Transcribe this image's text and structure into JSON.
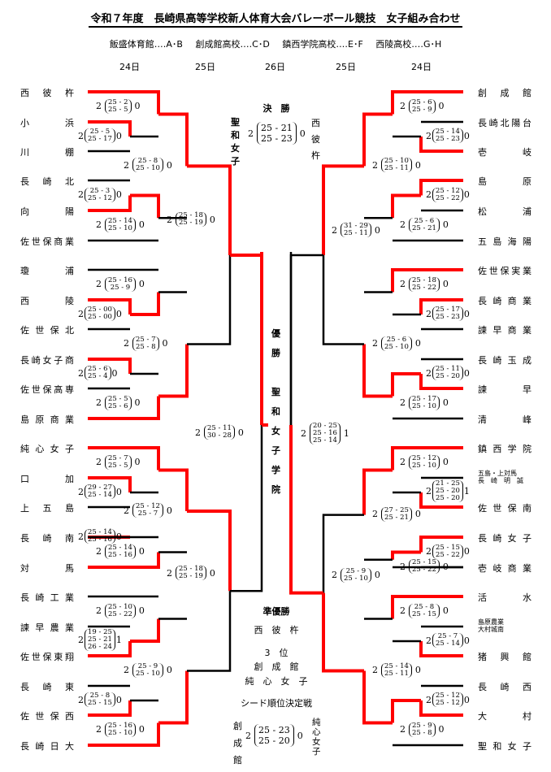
{
  "title": "令和７年度　長崎県高等学校新人体育大会バレーボール競技　女子組み合わせ",
  "venues": [
    "飯盛体育館‥‥A･B",
    "創成館高校‥‥C･D",
    "鎮西学院高校‥‥E･F",
    "西陵高校‥‥G･H"
  ],
  "days": [
    "24日",
    "25日",
    "26日",
    "25日",
    "24日"
  ],
  "colors": {
    "winner_line": "#ff0000",
    "loser_line": "#000000"
  },
  "left_teams": [
    "西　彼　杵",
    "小　　　浜",
    "川　　　棚",
    "長　崎　北",
    "向　　　陽",
    "佐世保商業",
    "瓊　　　浦",
    "西　　　陵",
    "佐世保北",
    "長崎女子商",
    "佐世保高専",
    "島原商業",
    "純心女子",
    "口　　　加",
    "上　五　島",
    "長　崎　南",
    "対　　　馬",
    "長崎工業",
    "諫早農業",
    "佐世保東翔",
    "長　崎　東",
    "佐世保西",
    "長崎日大"
  ],
  "right_teams": [
    "創　成　館",
    "長崎北陽台",
    "壱　　　岐",
    "島　　　原",
    "松　　　浦",
    "五島海陽",
    "佐世保実業",
    "長崎商業",
    "諫早商業",
    "長崎玉成",
    "諫　　　早",
    "清　　　峰",
    "鎮西学院",
    "五島・上対馬\n長　崎　明　誠",
    "佐世保南",
    "長崎女子",
    "壱岐商業",
    "活　　　水",
    "島原農業\n大村城南",
    "猪　興　館",
    "長　崎　西",
    "大　　　村",
    "聖和女子"
  ],
  "matches": [
    {
      "id": "L1",
      "w": "2",
      "sets": [
        "25 - 2",
        "25 - 5"
      ],
      "l": "0"
    },
    {
      "id": "L2",
      "w": "2",
      "sets": [
        "25 - 5",
        "25 - 17"
      ],
      "l": "0"
    },
    {
      "id": "L3",
      "w": "2",
      "sets": [
        "25 - 8",
        "25 - 10"
      ],
      "l": "0"
    },
    {
      "id": "L4",
      "w": "2",
      "sets": [
        "25 - 3",
        "25 - 12"
      ],
      "l": "0"
    },
    {
      "id": "L5",
      "w": "2",
      "sets": [
        "25 - 14",
        "25 - 10"
      ],
      "l": "0"
    },
    {
      "id": "L6",
      "w": "2",
      "sets": [
        "25 - 18",
        "25 - 19"
      ],
      "l": "0"
    },
    {
      "id": "L7",
      "w": "2",
      "sets": [
        "25 - 16",
        "25 - 9"
      ],
      "l": "0"
    },
    {
      "id": "L8",
      "w": "2",
      "sets": [
        "25 - 00",
        "25 - 00"
      ],
      "l": "0"
    },
    {
      "id": "L9",
      "w": "2",
      "sets": [
        "25 - 7",
        "25 - 8"
      ],
      "l": "0"
    },
    {
      "id": "L10",
      "w": "2",
      "sets": [
        "25 - 6",
        "25 - 4"
      ],
      "l": "0"
    },
    {
      "id": "L11",
      "w": "2",
      "sets": [
        "25 - 5",
        "25 - 6"
      ],
      "l": "0"
    },
    {
      "id": "L12",
      "w": "2",
      "sets": [
        "25 - 11",
        "30 - 28"
      ],
      "l": "0"
    },
    {
      "id": "L13",
      "w": "2",
      "sets": [
        "25 - 7",
        "25 - 5"
      ],
      "l": "0"
    },
    {
      "id": "L14",
      "w": "2",
      "sets": [
        "29 - 27",
        "25 - 14"
      ],
      "l": "0"
    },
    {
      "id": "L15",
      "w": "2",
      "sets": [
        "25 - 12",
        "25 - 7"
      ],
      "l": "0"
    },
    {
      "id": "L16",
      "w": "2",
      "sets": [
        "25 - 14",
        "25 - 16"
      ],
      "l": "0"
    },
    {
      "id": "L17",
      "w": "2",
      "sets": [
        "25 - 18",
        "25 - 19"
      ],
      "l": "0"
    },
    {
      "id": "L18",
      "w": "2",
      "sets": [
        "25 - 10",
        "25 - 22"
      ],
      "l": "0"
    },
    {
      "id": "L19",
      "w": "2",
      "sets": [
        "19 - 25",
        "25 - 21",
        "26 - 24"
      ],
      "l": "1"
    },
    {
      "id": "L20",
      "w": "2",
      "sets": [
        "25 - 9",
        "25 - 10"
      ],
      "l": "0"
    },
    {
      "id": "L21",
      "w": "2",
      "sets": [
        "25 - 8",
        "25 - 15"
      ],
      "l": "0"
    },
    {
      "id": "L22",
      "w": "2",
      "sets": [
        "25 - 16",
        "25 - 10"
      ],
      "l": "0"
    },
    {
      "id": "R1",
      "w": "2",
      "sets": [
        "25 - 6",
        "25 - 9"
      ],
      "l": "0"
    },
    {
      "id": "R2",
      "w": "2",
      "sets": [
        "25 - 14",
        "25 - 23"
      ],
      "l": "0"
    },
    {
      "id": "R3",
      "w": "2",
      "sets": [
        "25 - 10",
        "25 - 11"
      ],
      "l": "0"
    },
    {
      "id": "R4",
      "w": "2",
      "sets": [
        "25 - 12",
        "25 - 22"
      ],
      "l": "0"
    },
    {
      "id": "R5",
      "w": "2",
      "sets": [
        "25 - 6",
        "25 - 21"
      ],
      "l": "0"
    },
    {
      "id": "R6",
      "w": "2",
      "sets": [
        "31 - 29",
        "25 - 11"
      ],
      "l": "0"
    },
    {
      "id": "R7",
      "w": "2",
      "sets": [
        "25 - 18",
        "25 - 22"
      ],
      "l": "0"
    },
    {
      "id": "R8",
      "w": "2",
      "sets": [
        "25 - 17",
        "25 - 23"
      ],
      "l": "0"
    },
    {
      "id": "R9",
      "w": "2",
      "sets": [
        "25 - 6",
        "25 - 10"
      ],
      "l": "0"
    },
    {
      "id": "R10",
      "w": "2",
      "sets": [
        "25 - 11",
        "25 - 20"
      ],
      "l": "0"
    },
    {
      "id": "R11",
      "w": "2",
      "sets": [
        "25 - 17",
        "25 - 10"
      ],
      "l": "0"
    },
    {
      "id": "R12",
      "w": "2",
      "sets": [
        "20 - 25",
        "25 - 16",
        "25 - 14"
      ],
      "l": "1"
    },
    {
      "id": "R13",
      "w": "2",
      "sets": [
        "25 - 12",
        "25 - 10"
      ],
      "l": "0"
    },
    {
      "id": "R14",
      "w": "2",
      "sets": [
        "21 - 25",
        "25 - 20",
        "25 - 20"
      ],
      "l": "1"
    },
    {
      "id": "R15",
      "w": "2",
      "sets": [
        "27 - 25",
        "25 - 21"
      ],
      "l": "0"
    },
    {
      "id": "R16",
      "w": "2",
      "sets": [
        "25 - 15",
        "25 - 22"
      ],
      "l": "0"
    },
    {
      "id": "R17",
      "w": "2",
      "sets": [
        "25 - 9",
        "25 - 10"
      ],
      "l": "0"
    },
    {
      "id": "R18",
      "w": "2",
      "sets": [
        "25 - 8",
        "25 - 15"
      ],
      "l": "0"
    },
    {
      "id": "R19",
      "w": "2",
      "sets": [
        "25 - 7",
        "25 - 14"
      ],
      "l": "0"
    },
    {
      "id": "R20",
      "w": "2",
      "sets": [
        "25 - 14",
        "25 - 11"
      ],
      "l": "0"
    },
    {
      "id": "R21",
      "w": "2",
      "sets": [
        "25 - 12",
        "25 - 12"
      ],
      "l": "0"
    },
    {
      "id": "R22",
      "w": "2",
      "sets": [
        "25 - 9",
        "25 - 8"
      ],
      "l": "0"
    }
  ],
  "final": {
    "label": "決　勝",
    "left_team": "聖和女子",
    "right_team": "西彼杵",
    "w": "2",
    "sets": [
      "25 - 21",
      "25 - 23"
    ],
    "l": "0"
  },
  "champion": {
    "label": "優勝",
    "team": "聖和女子学院"
  },
  "runner_up": {
    "label": "準優勝",
    "team": "西　彼　杵"
  },
  "third": {
    "label": "3　位",
    "teams": [
      "創　成　館",
      "純　心　女　子"
    ]
  },
  "seed_match": {
    "label": "シード順位決定戦",
    "left_team": "創成館",
    "right_team": "純心女子",
    "w": "2",
    "sets": [
      "25 - 23",
      "25 - 20"
    ],
    "l": "0"
  }
}
